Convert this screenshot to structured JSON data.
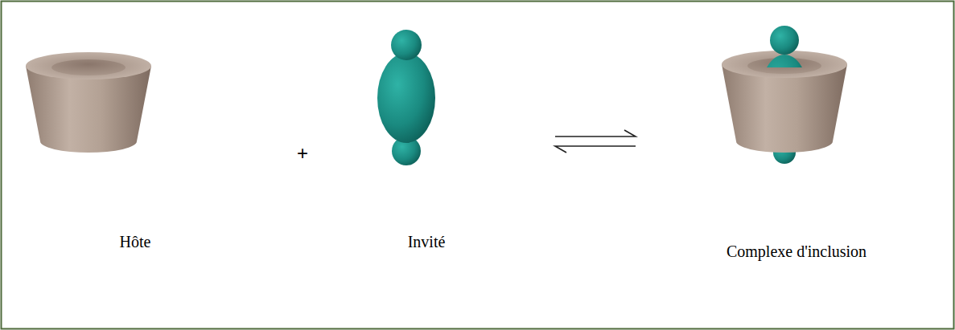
{
  "diagram": {
    "labels": [
      "Hôte",
      "+",
      "Invité",
      "Complexe d'inclusion"
    ]
  }
}
